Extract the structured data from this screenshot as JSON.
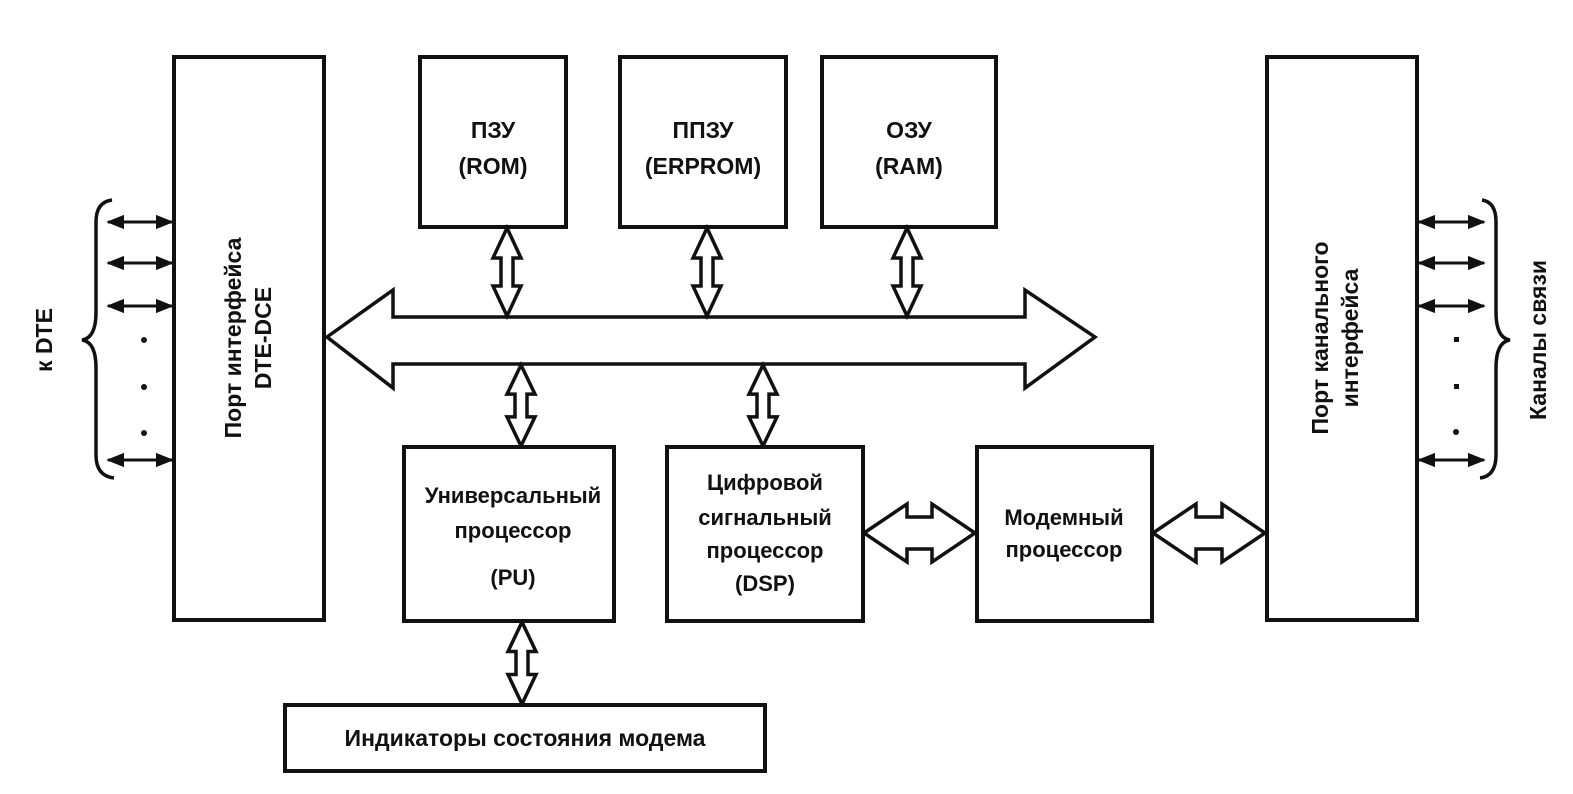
{
  "diagram": {
    "title": "Modem block diagram",
    "blocks": {
      "dte_port": {
        "lines": [
          "Порт интерфейса",
          "DTE-DCE"
        ]
      },
      "rom": {
        "lines": [
          "ПЗУ",
          "(ROM)"
        ]
      },
      "erprom": {
        "lines": [
          "ППЗУ",
          "(ERPROM)"
        ]
      },
      "ram": {
        "lines": [
          "ОЗУ",
          "(RAM)"
        ]
      },
      "pu": {
        "lines": [
          "Универсальный",
          "процессор",
          "(PU)"
        ]
      },
      "dsp": {
        "lines": [
          "Цифровой",
          "сигнальный",
          "процессор",
          "(DSP)"
        ]
      },
      "modem_proc": {
        "lines": [
          "Модемный",
          "процессор"
        ]
      },
      "channel_port": {
        "lines": [
          "Порт канального",
          "интерфейса"
        ]
      },
      "indicators": {
        "lines": [
          "Индикаторы состояния модема"
        ]
      }
    },
    "external_labels": {
      "left": "к DTE",
      "right": "Каналы связи"
    },
    "bus": {
      "name": "system-bus",
      "direction": "bidirectional"
    },
    "connections": [
      {
        "from": "rom",
        "to": "bus",
        "type": "bidirectional"
      },
      {
        "from": "erprom",
        "to": "bus",
        "type": "bidirectional"
      },
      {
        "from": "ram",
        "to": "bus",
        "type": "bidirectional"
      },
      {
        "from": "bus",
        "to": "pu",
        "type": "bidirectional"
      },
      {
        "from": "bus",
        "to": "dsp",
        "type": "bidirectional"
      },
      {
        "from": "dsp",
        "to": "modem_proc",
        "type": "bidirectional"
      },
      {
        "from": "modem_proc",
        "to": "channel_port",
        "type": "bidirectional"
      },
      {
        "from": "pu",
        "to": "indicators",
        "type": "bidirectional"
      },
      {
        "from": "dte_port",
        "to": "bus",
        "type": "bidirectional"
      },
      {
        "from": "dte_port",
        "to": "dte_lines",
        "type": "bidirectional",
        "count_label": "4 shown + ellipsis"
      },
      {
        "from": "channel_port",
        "to": "channel_lines",
        "type": "bidirectional",
        "count_label": "4 shown + ellipsis"
      }
    ],
    "ellipsis": "·"
  }
}
